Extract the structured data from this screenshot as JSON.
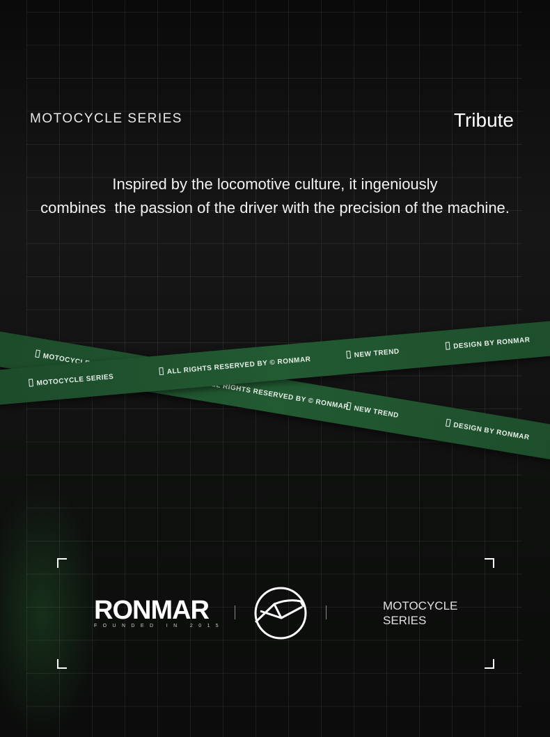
{
  "header": {
    "series_label": "MOTOCYCLE SERIES",
    "tribute_label": "Tribute"
  },
  "tagline": {
    "line1": "Inspired by the locomotive culture, it ingeniously",
    "line2": "combines  the passion of the driver with the precision of the machine."
  },
  "ribbons": {
    "lower": [
      "MOTOCYCLE SERIES",
      "ALL RIGHTS RESERVED BY © RONMAR",
      "NEW TREND",
      "DESIGN BY RONMAR"
    ],
    "upper": [
      "MOTOCYCLE SERIES",
      "ALL RIGHTS RESERVED BY © RONMAR",
      "NEW TREND",
      "DESIGN BY RONMAR"
    ],
    "color": "#225a32"
  },
  "footer": {
    "brand": "RONMAR",
    "brand_sub": "FOUNDED IN 2015",
    "series_line1": "MOTOCYCLE",
    "series_line2": "SERIES"
  }
}
